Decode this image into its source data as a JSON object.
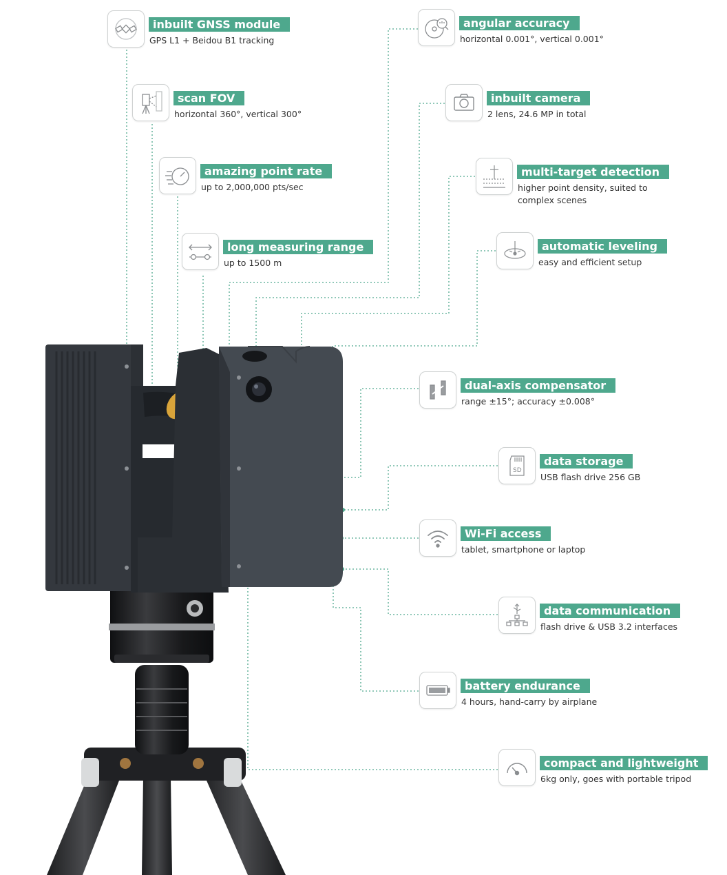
{
  "accent_color": "#4ea88d",
  "leader_color": "#4ea88d",
  "features": [
    {
      "id": "gnss",
      "icon": "satellite-icon",
      "title": "inbuilt GNSS module",
      "desc": [
        "GPS L1 + Beidou B1 tracking"
      ]
    },
    {
      "id": "fov",
      "icon": "scanner-fov-icon",
      "title": "scan FOV",
      "desc": [
        "horizontal 360°, vertical 300°"
      ]
    },
    {
      "id": "point_rate",
      "icon": "stopwatch-icon",
      "title": "amazing point rate",
      "desc": [
        "up to 2,000,000 pts/sec"
      ]
    },
    {
      "id": "range",
      "icon": "range-arrow-icon",
      "title": "long measuring range",
      "desc": [
        "up to 1500 m"
      ]
    },
    {
      "id": "angular",
      "icon": "angle-dial-icon",
      "title": "angular accuracy",
      "desc": [
        "horizontal 0.001°, vertical 0.001°"
      ]
    },
    {
      "id": "camera",
      "icon": "camera-icon",
      "title": "inbuilt camera",
      "desc": [
        "2 lens, 24.6 MP in total"
      ]
    },
    {
      "id": "multi_target",
      "icon": "target-detection-icon",
      "title": "multi-target detection",
      "desc": [
        "higher point density, suited to",
        "complex scenes"
      ]
    },
    {
      "id": "leveling",
      "icon": "level-bubble-icon",
      "title": "automatic leveling",
      "desc": [
        "easy and efficient setup"
      ]
    },
    {
      "id": "compensator",
      "icon": "compensator-icon",
      "title": "dual-axis compensator",
      "desc": [
        "range ±15°; accuracy ±0.008°"
      ]
    },
    {
      "id": "storage",
      "icon": "sd-card-icon",
      "title": "data storage",
      "desc": [
        "USB flash drive 256 GB"
      ]
    },
    {
      "id": "wifi",
      "icon": "wifi-icon",
      "title": "Wi-Fi access",
      "desc": [
        "tablet, smartphone or laptop"
      ]
    },
    {
      "id": "communication",
      "icon": "usb-network-icon",
      "title": "data communication",
      "desc": [
        "flash drive & USB 3.2 interfaces"
      ]
    },
    {
      "id": "battery",
      "icon": "battery-icon",
      "title": "battery endurance",
      "desc": [
        "4 hours, hand-carry by airplane"
      ]
    },
    {
      "id": "weight",
      "icon": "weight-gauge-icon",
      "title": "compact and lightweight",
      "desc": [
        "6kg only, goes with portable tripod"
      ]
    }
  ]
}
